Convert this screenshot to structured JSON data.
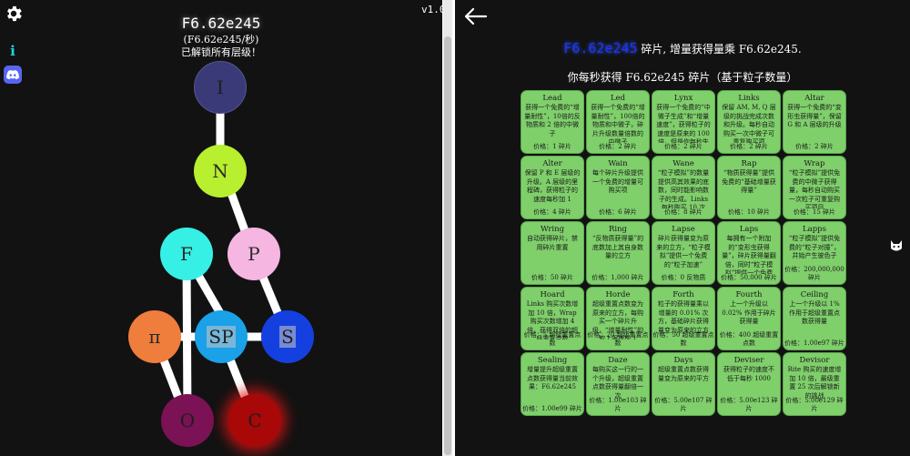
{
  "left_panel": {
    "version": "v1.0",
    "currency_main": "F6.62e245",
    "currency_rate": "(F6.62e245/秒)",
    "unlock_message": "已解锁所有层级！",
    "icons": {
      "settings": "gear-icon",
      "info": "info-icon",
      "discord": "discord-icon"
    },
    "info_glyph": "i",
    "nodes": [
      {
        "id": "I",
        "label": "I",
        "color": "#3a3a78"
      },
      {
        "id": "N",
        "label": "N",
        "color": "#b8ef2e"
      },
      {
        "id": "F",
        "label": "F",
        "color": "#36f0e6"
      },
      {
        "id": "P",
        "label": "P",
        "color": "#f6b6e2"
      },
      {
        "id": "pi",
        "label": "π",
        "color": "#ef7d3c"
      },
      {
        "id": "SP",
        "label": "SP",
        "color": "#1aa1e8"
      },
      {
        "id": "S",
        "label": "S",
        "color": "#1540e0"
      },
      {
        "id": "O",
        "label": "O",
        "color": "#7a1255"
      },
      {
        "id": "C",
        "label": "C",
        "color": "#a80808"
      }
    ]
  },
  "right_panel": {
    "back_icon": "left-arrow-icon",
    "fragments_amount": "F6.62e245",
    "fragments_text": " 碎片, 增量获得量乘 F6.62e245.",
    "per_second_text": "你每秒获得 F6.62e245 碎片（基于粒子数量）",
    "upgrades": [
      {
        "name": "Lead",
        "desc": "获得一个免费的“增量耐性”，10倍的反物质和 2 倍的中微子",
        "price": "价格：1 碎片"
      },
      {
        "name": "Led",
        "desc": "获得一个免费的“增量耐性”，100倍的物质和中微子，碎片升级数量倍数的中微子",
        "price": "价格：2 碎片"
      },
      {
        "name": "Lynx",
        "desc": "获得一个免费的“中微子生成”和“增量速度”，获得粒子的速度是原来的 100 倍，但是你每秒失去了粒子的10%",
        "price": "价格：2 碎片"
      },
      {
        "name": "Links",
        "desc": "保留 AM, M, Q 层级的挑战完成次数和升级。每秒自动购买一次中微子可重复购买项",
        "price": "价格：2 碎片"
      },
      {
        "name": "Altar",
        "desc": "获得一个免费的“变形虫获得量”，保留 G 和 A 层级的升级",
        "price": "价格：2 碎片"
      },
      {
        "name": "Alter",
        "desc": "保留 P 和 E 层级的升级。A 层级的里程碑，获得粒子的速度每秒加 1",
        "price": "价格：4 碎片"
      },
      {
        "name": "Wain",
        "desc": "每个碎片升级提供一个免费的增量可购买项",
        "price": "价格：6 碎片"
      },
      {
        "name": "Wane",
        "desc": "“粒子模拟”的数量提供高其效果的底数，同时能影响数子的生成。Links 每秒购买 10 次",
        "price": "价格：8 碎片"
      },
      {
        "name": "Rap",
        "desc": "“物质获得量”提供免费的“基础增量获得量”",
        "price": "价格：10 碎片"
      },
      {
        "name": "Wrap",
        "desc": "“粒子模拟”提供免费的中微子获得量，每秒自动购买一次粒子可重复购买项目",
        "price": "价格：15 碎片"
      },
      {
        "name": "Wring",
        "desc": "自动获得碎片，禁用碎片重置",
        "price": "价格：50 碎片"
      },
      {
        "name": "Ring",
        "desc": "“反物质获得量”的底数加上其自身数量的立方",
        "price": "价格：1,000 碎片"
      },
      {
        "name": "Lapse",
        "desc": "碎片获得量变为原来的立方，“粒子模拟”提供一个免费的“粒子加速”",
        "price": "价格：0 反物质"
      },
      {
        "name": "Laps",
        "desc": "每拥有一个附加的“变形虫获得量”，碎片获得量翻倍，同时“粒子模拟”提供一个免费的“粒子加速”",
        "price": "价格：50,000 碎片"
      },
      {
        "name": "Lapps",
        "desc": "“粒子模拟”提供免费的“粒子对撞”，并始产生彼色子",
        "price": "价格：200,000,000 碎片"
      },
      {
        "name": "Hoard",
        "desc": "Links 购买次数增加 10 倍，Wrap 购买次数增加 4 倍，获得双倍的超级重置点数",
        "price": "价格：5 超级重置点数"
      },
      {
        "name": "Horde",
        "desc": "超级重置点数变为原来的立方，每购买一个碎片升级，“增量耐性”的软上限提前 1",
        "price": "价格：20 超级重置点数"
      },
      {
        "name": "Forth",
        "desc": "粒子的获得量乘以增量的 0.01% 次方，基础碎片获得量变为原来的立方",
        "price": "价格：50 超级重置点数"
      },
      {
        "name": "Fourth",
        "desc": "上一个升级以 0.02% 作用于碎片获得量",
        "price": "价格：400 超级重置点数"
      },
      {
        "name": "Ceiling",
        "desc": "上一个升级以 1% 作用于超级重置点数获得量",
        "price": "价格：1.00e97 碎片"
      },
      {
        "name": "Sealing",
        "desc": "增量提升超级重置点数获得量当前效果：F6.62e245",
        "price": "价格：1.00e99 碎片"
      },
      {
        "name": "Daze",
        "desc": "每购买这一行的一个升级，超级重置点数获得量翻倍一次",
        "price": "价格：1.00e103 碎片"
      },
      {
        "name": "Days",
        "desc": "超级重置点数获得量变为原来的平方",
        "price": "价格：5.00e107 碎片"
      },
      {
        "name": "Deviser",
        "desc": "获得粒子的速度不低于每秒 1000",
        "price": "价格：5.00e123 碎片"
      },
      {
        "name": "Devisor",
        "desc": "Rite 购买的速度增加 10 倍，最级重置 25 次后解锁新的挑战",
        "price": "价格：5.00e129 碎片"
      }
    ]
  },
  "side_icon": "cat-face-icon",
  "colors": {
    "upgrade_bg": "#7fcf6b",
    "fragment_blue": "#1737ff",
    "bg": "#121212"
  }
}
